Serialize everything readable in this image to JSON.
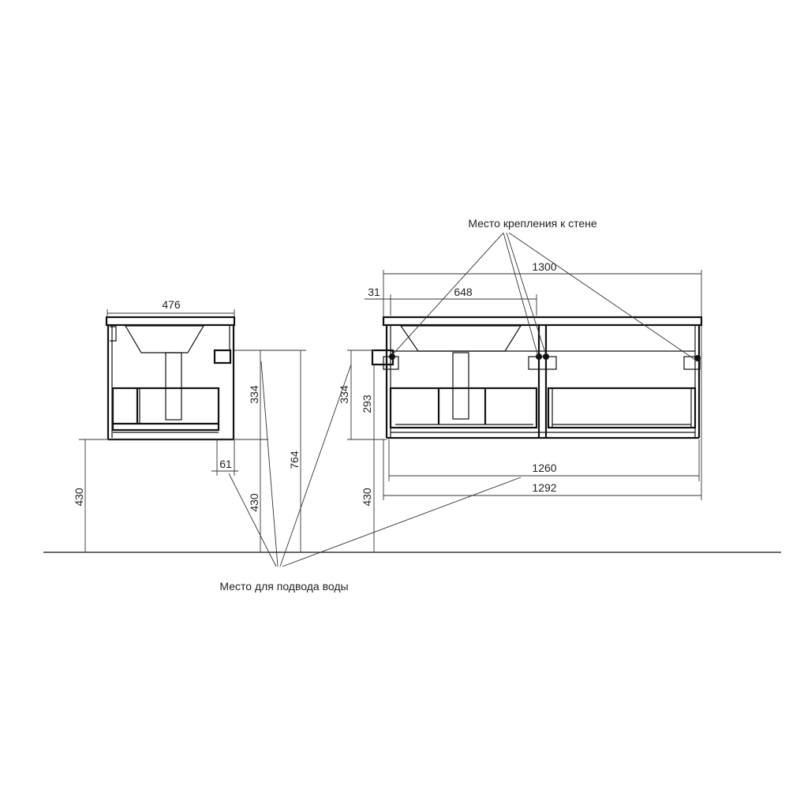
{
  "labels": {
    "wall_mount": "Место крепления к стене",
    "water_supply": "Место для подвода воды"
  },
  "side_view": {
    "width": "476",
    "height_334": "334",
    "height_764": "764",
    "floor_430_left": "430",
    "floor_430_right": "430",
    "offset_61": "61"
  },
  "front_view": {
    "width_1300": "1300",
    "width_648": "648",
    "offset_31": "31",
    "height_334": "334",
    "height_293": "293",
    "floor_430": "430",
    "width_1260": "1260",
    "width_1292": "1292"
  }
}
